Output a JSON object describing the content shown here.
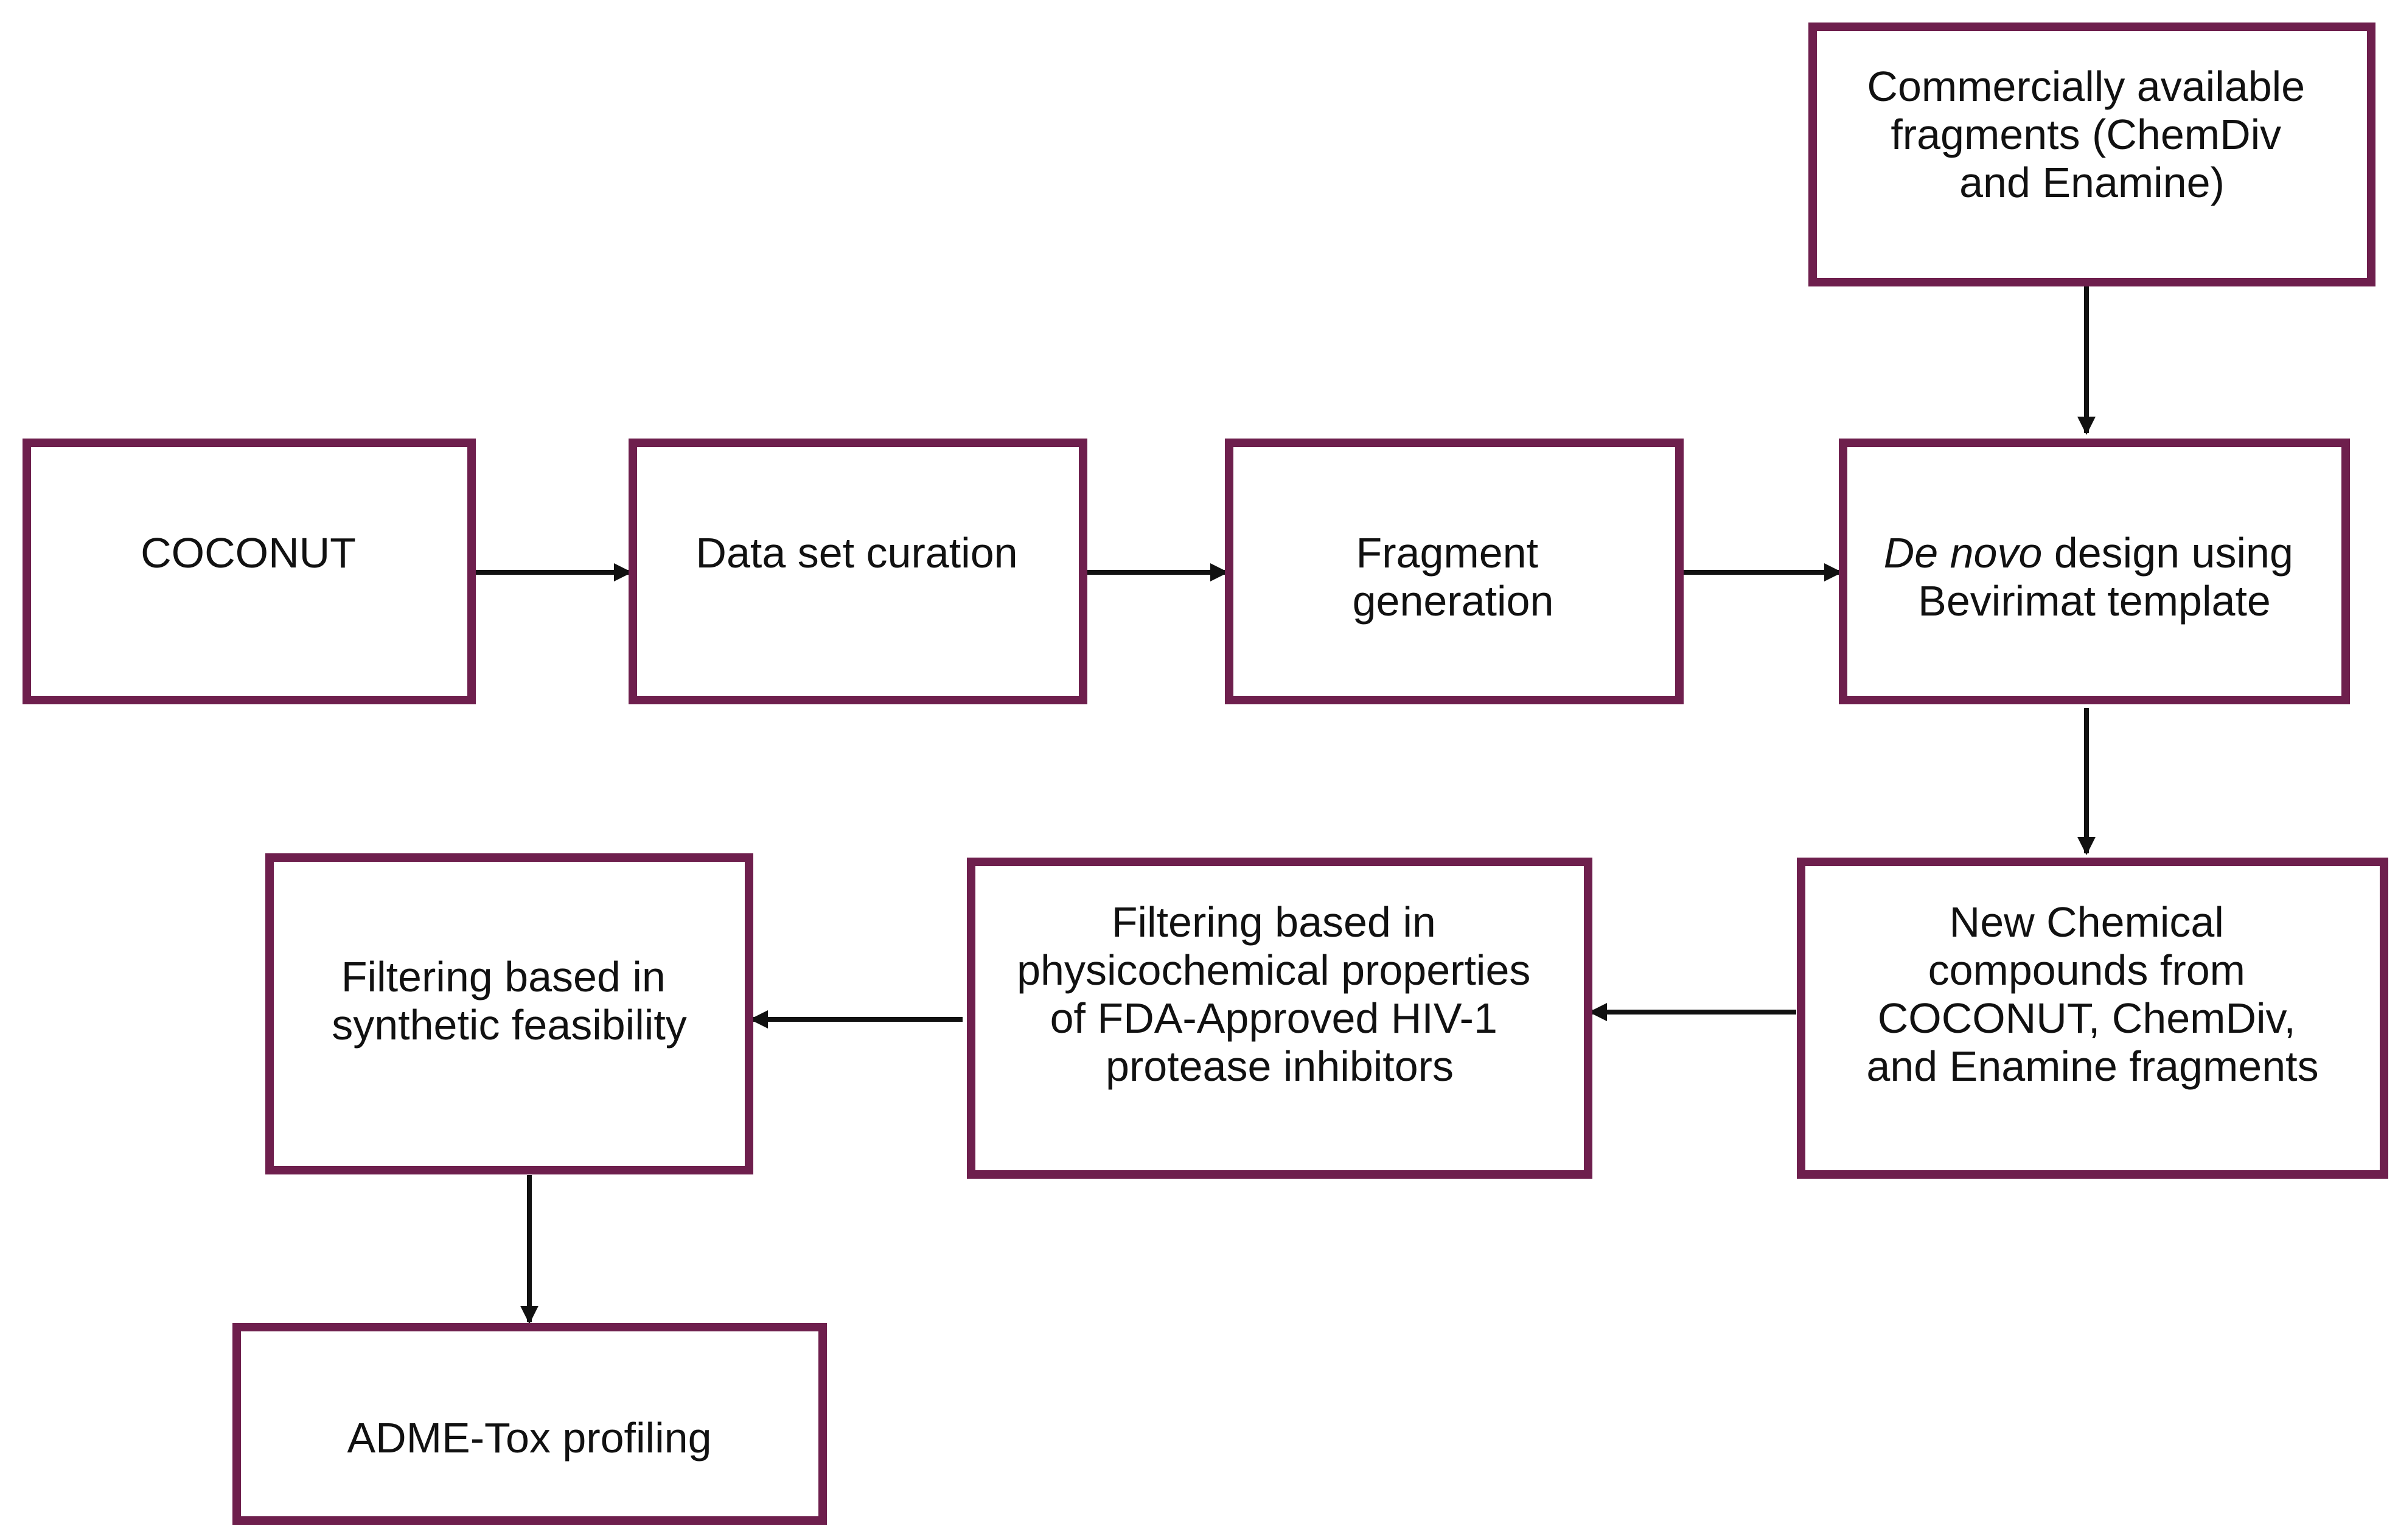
{
  "colors": {
    "box_border": "#6e1f4d",
    "text": "#111111",
    "arrow": "#111111",
    "background": "#ffffff"
  },
  "nodes": {
    "commercial": {
      "lines": [
        "Commercially available",
        "fragments (ChemDiv",
        "and Enamine)"
      ]
    },
    "coconut": {
      "lines": [
        "COCONUT"
      ]
    },
    "curation": {
      "lines": [
        "Data set curation"
      ]
    },
    "fragment": {
      "lines": [
        "Fragment",
        "generation"
      ]
    },
    "denovo": {
      "line1_italic": "De novo",
      "line1_rest": " design using",
      "line2": "Bevirimat template"
    },
    "newchem": {
      "lines": [
        "New Chemical",
        "compounds from",
        "COCONUT, ChemDiv,",
        "and Enamine fragments"
      ]
    },
    "physchem": {
      "lines": [
        "Filtering based in",
        "physicochemical properties",
        "of FDA-Approved HIV-1",
        "protease inhibitors"
      ]
    },
    "synthetic": {
      "lines": [
        "Filtering based in",
        "synthetic feasibility"
      ]
    },
    "admet": {
      "lines": [
        "ADME-Tox profiling"
      ]
    }
  }
}
